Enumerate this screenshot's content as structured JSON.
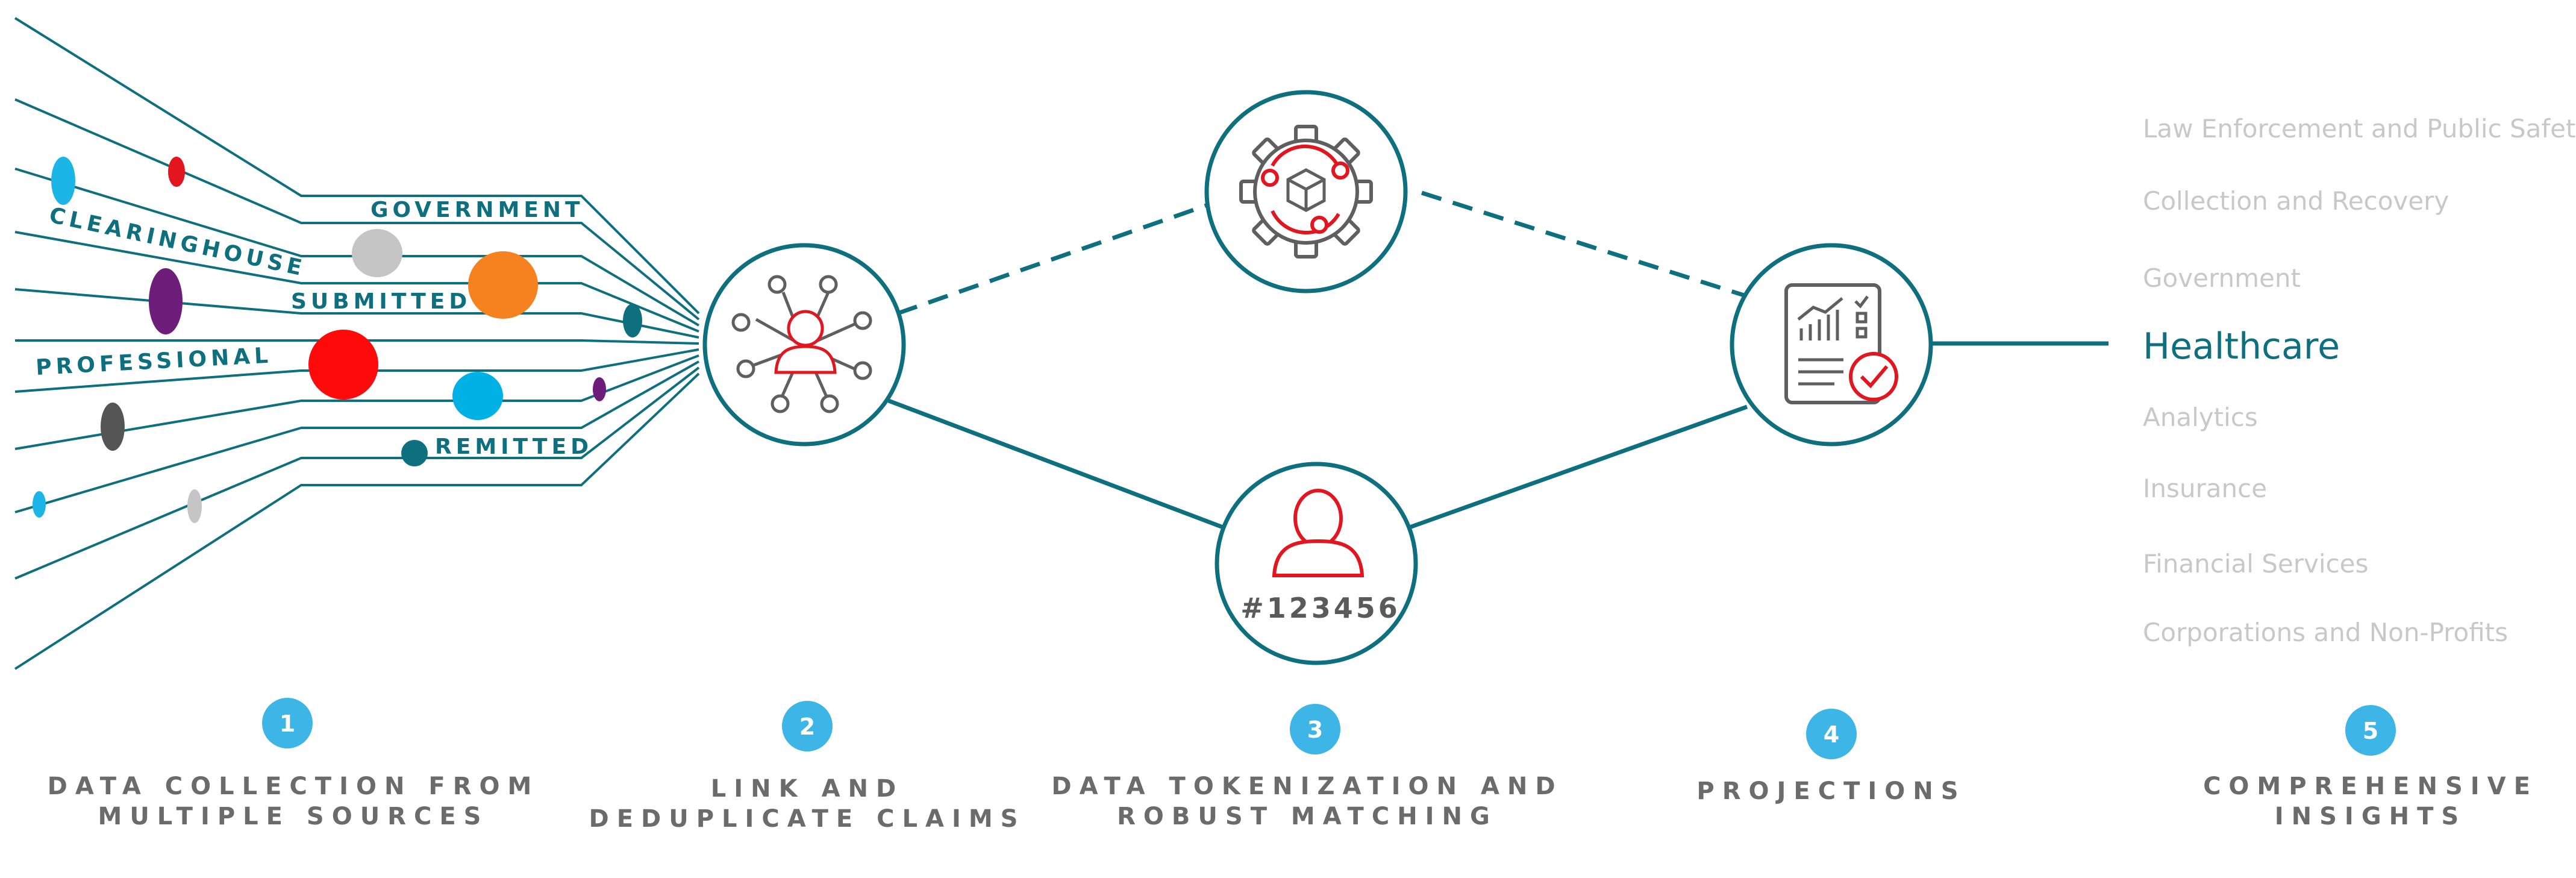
{
  "sources": {
    "labels": [
      "GOVERNMENT",
      "CLEARINGHOUSE",
      "SUBMITTED",
      "PROFESSIONAL",
      "REMITTED"
    ]
  },
  "token": {
    "id": "#123456"
  },
  "steps": [
    {
      "number": "1",
      "line1": "DATA COLLECTION FROM",
      "line2": "MULTIPLE SOURCES"
    },
    {
      "number": "2",
      "line1": "LINK AND",
      "line2": "DEDUPLICATE CLAIMS"
    },
    {
      "number": "3",
      "line1": "DATA TOKENIZATION AND",
      "line2": "ROBUST MATCHING"
    },
    {
      "number": "4",
      "line1": "PROJECTIONS",
      "line2": ""
    },
    {
      "number": "5",
      "line1": "COMPREHENSIVE",
      "line2": "INSIGHTS"
    }
  ],
  "insights": {
    "items": [
      "Law Enforcement and Public Safety",
      "Collection and Recovery",
      "Government",
      "Healthcare",
      "Analytics",
      "Insurance",
      "Financial Services",
      "Corporations and Non-Profits"
    ],
    "selected_index": 3
  },
  "colors": {
    "teal": "#0e6f7e",
    "red": "#e3151f",
    "badge": "#3db5e6",
    "caption": "#6b6b6b",
    "muted": "#c8c8c8"
  }
}
